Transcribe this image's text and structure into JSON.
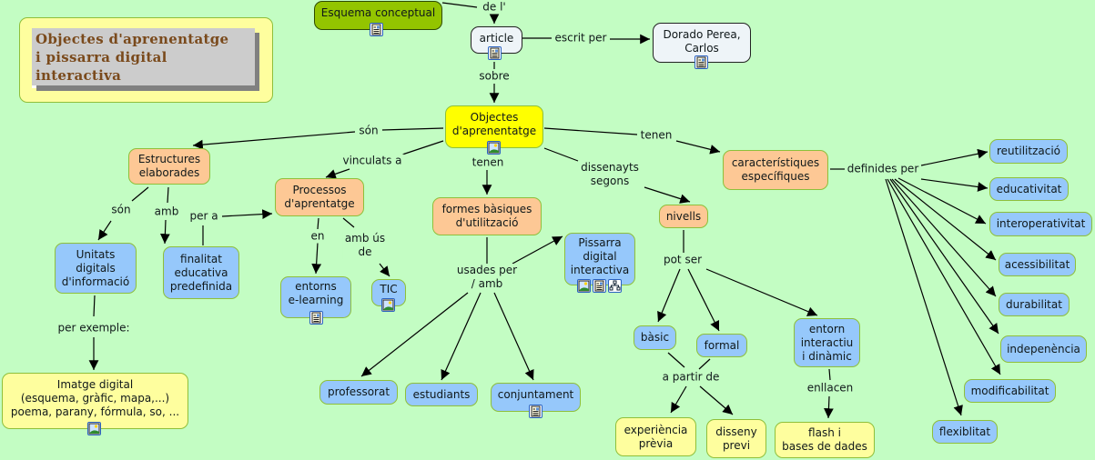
{
  "title": "Objectes d'aprenentatge\ni pissarra digital\ninteractiva",
  "colors": {
    "background": "#c3fdc3",
    "concept_blue": "#96c8fb",
    "concept_orange": "#fdc895",
    "concept_yellow_light": "#fefe9e",
    "concept_yellow_main": "#ffff00",
    "concept_white": "#eef4f8",
    "concept_green": "#93c500",
    "title_text": "#7a4a1c"
  },
  "concepts": {
    "esquema": {
      "label": "Esquema conceptual",
      "icons": [
        "document-icon"
      ]
    },
    "article": {
      "label": "article",
      "icons": [
        "document-icon"
      ]
    },
    "autor": {
      "label": "Dorado Perea,\nCarlos",
      "icons": [
        "document-icon"
      ]
    },
    "objectes": {
      "label": "Objectes\nd'aprenentatge",
      "icons": [
        "image-icon"
      ]
    },
    "estructures": {
      "label": "Estructures\nelaborades",
      "icons": []
    },
    "processos": {
      "label": "Processos\nd'aprentatge",
      "icons": []
    },
    "formes": {
      "label": "formes bàsiques\nd'utilització",
      "icons": []
    },
    "caracteristiques": {
      "label": "característiques\nespecífiques",
      "icons": []
    },
    "nivells": {
      "label": "nivells",
      "icons": []
    },
    "unitats": {
      "label": "Unitats\ndigitals\nd'informació",
      "icons": []
    },
    "finalitat": {
      "label": "finalitat\neducativa\npredefinida",
      "icons": []
    },
    "entorns": {
      "label": "entorns\ne-learning",
      "icons": [
        "document-icon"
      ]
    },
    "tic": {
      "label": "TIC",
      "icons": [
        "image-icon"
      ]
    },
    "pissarra": {
      "label": "Pissarra\ndigital\ninteractiva",
      "icons": [
        "image-icon",
        "document-icon",
        "concept-map-icon"
      ]
    },
    "imatge": {
      "label": "Imatge digital\n(esquema, gràfic, mapa,...)\npoema, parany, fórmula, so, ...",
      "icons": [
        "image-icon"
      ]
    },
    "professorat": {
      "label": "professorat",
      "icons": []
    },
    "estudiants": {
      "label": "estudiants",
      "icons": []
    },
    "conjuntament": {
      "label": "conjuntament",
      "icons": [
        "document-icon"
      ]
    },
    "basic": {
      "label": "bàsic",
      "icons": []
    },
    "formal": {
      "label": "formal",
      "icons": []
    },
    "entorn": {
      "label": "entorn\ninteractiu\ni dinàmic",
      "icons": []
    },
    "experiencia": {
      "label": "experiència\nprèvia",
      "icons": []
    },
    "disseny": {
      "label": "disseny\nprevi",
      "icons": []
    },
    "flash": {
      "label": "flash i\nbases de dades",
      "icons": []
    },
    "reutilitzacio": {
      "label": "reutilització",
      "icons": []
    },
    "educativitat": {
      "label": "educativitat",
      "icons": []
    },
    "interoperativitat": {
      "label": "interoperativitat",
      "icons": []
    },
    "acessibilitat": {
      "label": "acessibilitat",
      "icons": []
    },
    "durabilitat": {
      "label": "durabilitat",
      "icons": []
    },
    "indepenencia": {
      "label": "indepenència",
      "icons": []
    },
    "modificabilitat": {
      "label": "modificabilitat",
      "icons": []
    },
    "flexiblitat": {
      "label": "flexiblitat",
      "icons": []
    }
  },
  "linking_phrases": {
    "de_l": "de l'",
    "escrit_per": "escrit per",
    "sobre": "sobre",
    "son1": "són",
    "vinculats_a": "vinculats a",
    "tenen1": "tenen",
    "dissenayts_segons": "dissenayts\nsegons",
    "tenen2": "tenen",
    "definides_per": "definides per",
    "son2": "són",
    "amb": "amb",
    "per_a": "per a",
    "en": "en",
    "amb_us_de": "amb ús\nde",
    "usades_per_amb": "usades  per\n/ amb",
    "pot_ser": "pot ser",
    "per_exemple": "per exemple:",
    "a_partir_de": "a partir  de",
    "enllacen": "enllacen"
  }
}
